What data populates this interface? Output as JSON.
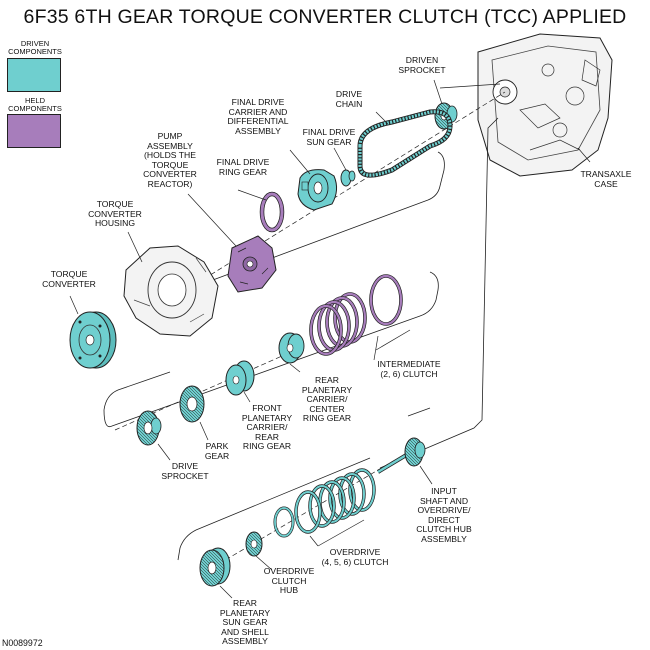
{
  "title": "6F35 6TH GEAR TORQUE CONVERTER CLUTCH (TCC) APPLIED",
  "figure_id": "N0089972",
  "colors": {
    "driven": "#6fcfcf",
    "held": "#a77dbb",
    "outline": "#222222",
    "case": "#f2f2f2"
  },
  "legend": [
    {
      "label": "DRIVEN COMPONENTS",
      "color_key": "driven"
    },
    {
      "label": "HELD COMPONENTS",
      "color_key": "held"
    }
  ],
  "labels": {
    "driven_sprocket": "DRIVEN\nSPROCKET",
    "drive_chain": "DRIVE\nCHAIN",
    "final_drive_carrier": "FINAL DRIVE\nCARRIER AND\nDIFFERENTIAL\nASSEMBLY",
    "final_drive_sun": "FINAL DRIVE\nSUN GEAR",
    "pump_assembly": "PUMP\nASSEMBLY\n(HOLDS THE\nTORQUE\nCONVERTER\nREACTOR)",
    "final_drive_ring": "FINAL DRIVE\nRING GEAR",
    "transaxle_case": "TRANSAXLE\nCASE",
    "tc_housing": "TORQUE\nCONVERTER\nHOUSING",
    "torque_converter": "TORQUE\nCONVERTER",
    "intermediate_clutch": "INTERMEDIATE\n(2, 6) CLUTCH",
    "rear_carrier": "REAR\nPLANETARY\nCARRIER/\nCENTER\nRING GEAR",
    "front_carrier": "FRONT\nPLANETARY\nCARRIER/\nREAR\nRING GEAR",
    "park_gear": "PARK\nGEAR",
    "drive_sprocket": "DRIVE\nSPROCKET",
    "input_shaft": "INPUT\nSHAFT AND\nOVERDRIVE/\nDIRECT\nCLUTCH HUB\nASSEMBLY",
    "overdrive_clutch": "OVERDRIVE\n(4, 5, 6) CLUTCH",
    "overdrive_hub": "OVERDRIVE\nCLUTCH\nHUB",
    "rear_sun_gear": "REAR\nPLANETARY\nSUN GEAR\nAND SHELL\nASSEMBLY"
  }
}
